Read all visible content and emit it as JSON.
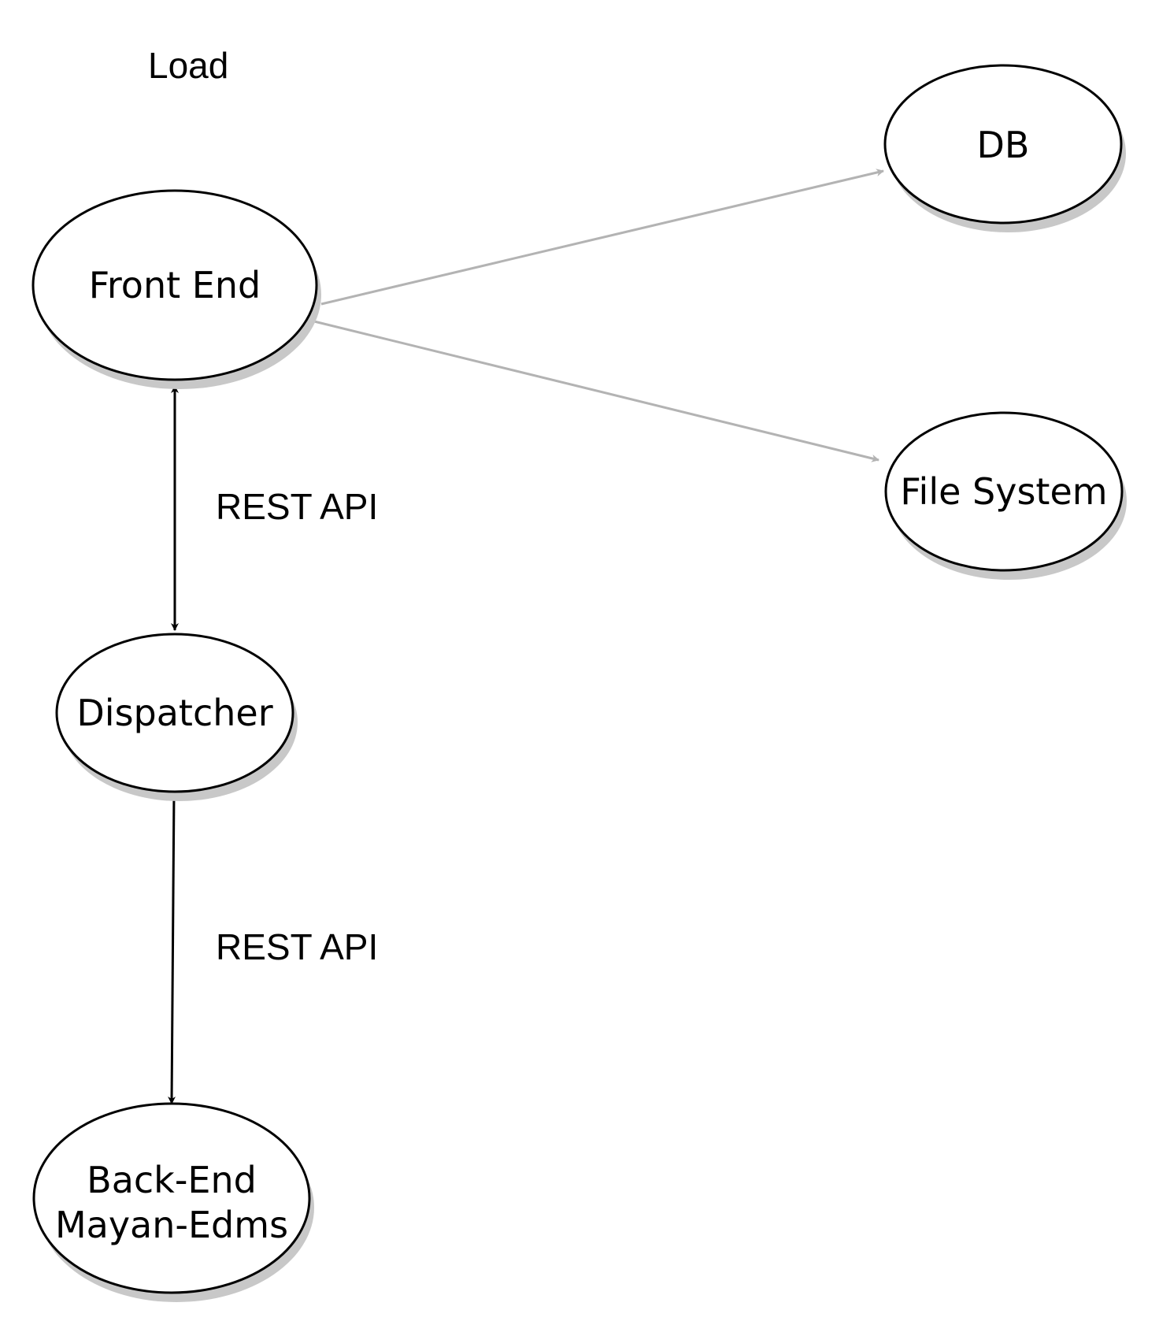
{
  "diagram": {
    "title": "Load",
    "nodes": {
      "front_end": {
        "label": "Front End"
      },
      "db": {
        "label": "DB"
      },
      "file_system": {
        "label": "File System"
      },
      "dispatcher": {
        "label": "Dispatcher"
      },
      "back_end": {
        "line1": "Back-End",
        "line2": "Mayan-Edms"
      }
    },
    "edges": {
      "front_to_dispatcher": {
        "label": "REST API"
      },
      "dispatcher_to_backend": {
        "label": "REST API"
      }
    },
    "colors": {
      "node_stroke": "#000000",
      "shadow": "#c8c8c8",
      "primary_edge": "#000000",
      "secondary_edge": "#b3b3b3"
    }
  }
}
